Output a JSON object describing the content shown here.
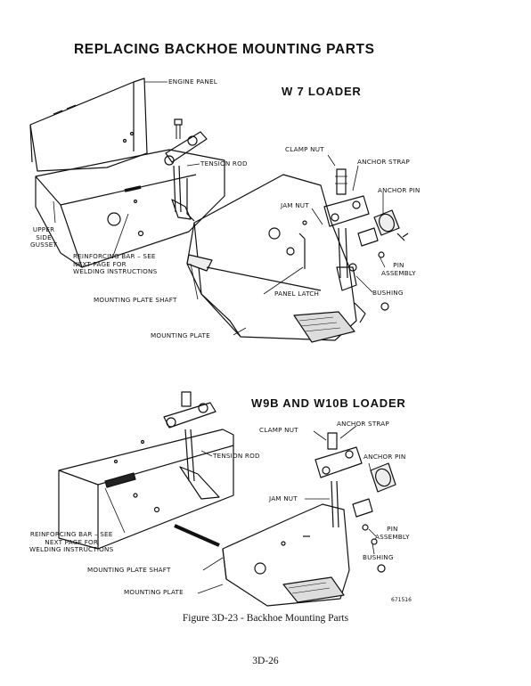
{
  "title": "REPLACING BACKHOE MOUNTING PARTS",
  "top_diagram": {
    "heading": "W 7   LOADER",
    "labels": {
      "engine_panel": "ENGINE PANEL",
      "tension_rod": "TENSION ROD",
      "clamp_nut": "CLAMP NUT",
      "anchor_strap": "ANCHOR STRAP",
      "anchor_pin": "ANCHOR PIN",
      "jam_nut": "JAM NUT",
      "upper_side_gusset": "UPPER\nSIDE\nGUSSET",
      "reinforcing_bar": "REINFORCING BAR – SEE\nNEXT PAGE FOR\nWELDING INSTRUCTIONS",
      "pin_assembly": "PIN\nASSEMBLY",
      "panel_latch": "PANEL LATCH",
      "bushing": "BUSHING",
      "mounting_plate_shaft": "MOUNTING PLATE SHAFT",
      "mounting_plate": "MOUNTING PLATE"
    }
  },
  "bottom_diagram": {
    "heading": "W9B  AND  W10B  LOADER",
    "labels": {
      "anchor_strap": "ANCHOR STRAP",
      "clamp_nut": "CLAMP NUT",
      "tension_rod": "TENSION ROD",
      "anchor_pin": "ANCHOR PIN",
      "jam_nut": "JAM NUT",
      "reinforcing_bar": "REINFORCING BAR – SEE\nNEXT PAGE FOR\nWELDING INSTRUCTIONS",
      "pin_assembly": "PIN\nASSEMBLY",
      "bushing": "BUSHING",
      "mounting_plate_shaft": "MOUNTING PLATE SHAFT",
      "mounting_plate": "MOUNTING PLATE"
    },
    "part_number": "671516"
  },
  "caption": "Figure 3D-23 - Backhoe Mounting Parts",
  "page_number": "3D-26"
}
